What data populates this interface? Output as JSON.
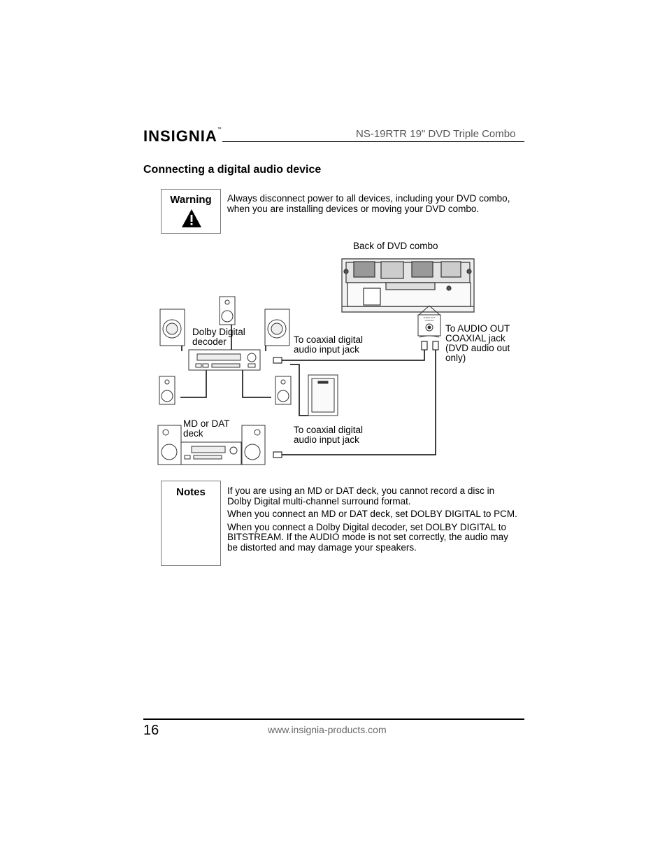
{
  "header": {
    "logo": "INSIGNIA",
    "logo_tm": "™",
    "title": "NS-19RTR 19\" DVD Triple Combo"
  },
  "section_title": "Connecting a digital audio device",
  "warning": {
    "label": "Warning",
    "icon": "warning-triangle-icon",
    "text": "Always disconnect power to all devices, including your DVD combo, when you are installing devices or moving your DVD combo."
  },
  "diagram": {
    "back_label": "Back of DVD combo",
    "jack_tiny_label_1": "AUDIO OUT",
    "jack_tiny_label_2": "COAXIAL",
    "dolby_label_line1": "Dolby Digital",
    "dolby_label_line2": "decoder",
    "coax1_line1": "To coaxial digital",
    "coax1_line2": "audio input jack",
    "audio_out_line1": "To AUDIO OUT",
    "audio_out_line2": "COAXIAL jack",
    "audio_out_line3": "(DVD audio out",
    "audio_out_line4": "only)",
    "md_label_line1": "MD or DAT",
    "md_label_line2": "deck",
    "coax2_line1": "To coaxial digital",
    "coax2_line2": "audio input jack"
  },
  "notes": {
    "label": "Notes",
    "items": [
      "If you are using an MD or DAT deck, you cannot record a disc in Dolby Digital multi-channel surround format.",
      "When you connect an MD or DAT deck, set DOLBY DIGITAL to PCM.",
      "When you connect a Dolby Digital decoder, set DOLBY DIGITAL to BITSTREAM. If the AUDIO mode is not set correctly, the audio may be distorted and may damage your speakers."
    ]
  },
  "footer": {
    "page_number": "16",
    "url": "www.insignia-products.com"
  }
}
